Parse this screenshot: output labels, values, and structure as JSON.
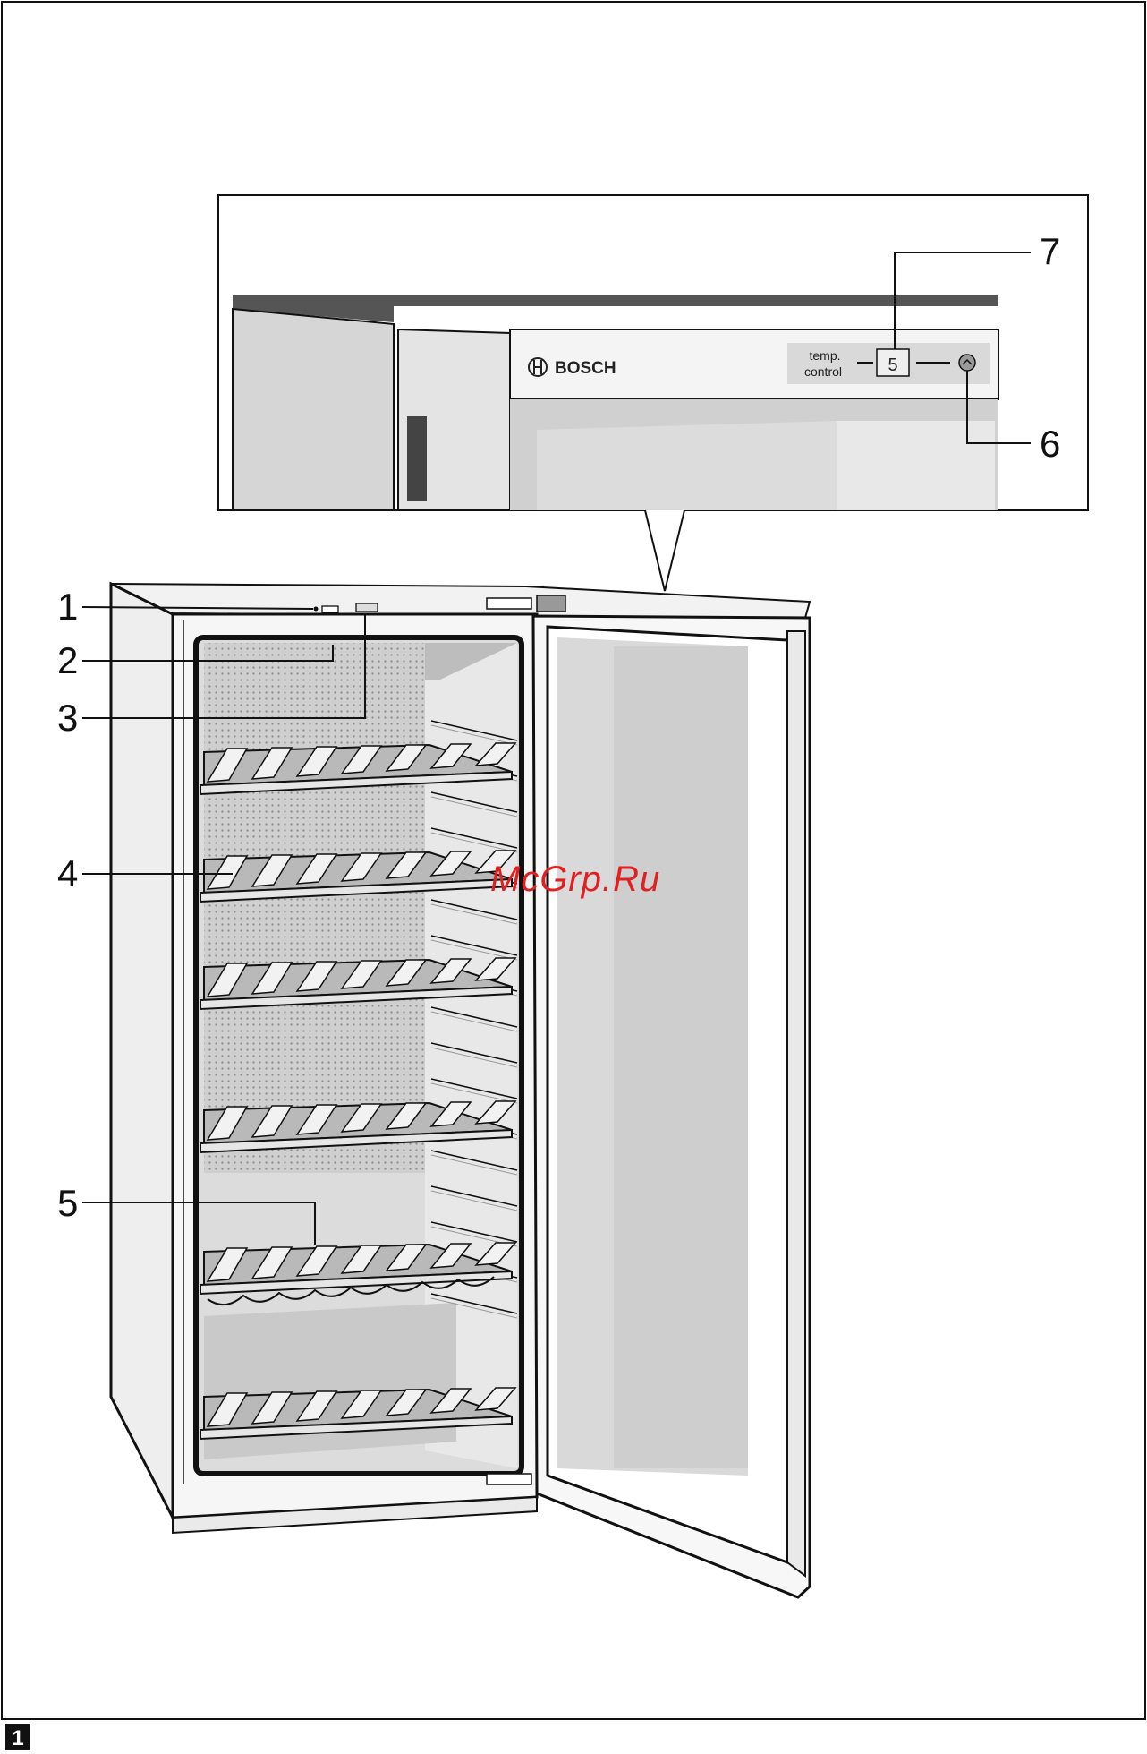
{
  "figure_number": "1",
  "brand": "BOSCH",
  "control_label_line1": "temp.",
  "control_label_line2": "control",
  "display_value": "5",
  "watermark": "McGrp.Ru",
  "callouts": {
    "c1": "1",
    "c2": "2",
    "c3": "3",
    "c4": "4",
    "c5": "5",
    "c6": "6",
    "c7": "7"
  },
  "colors": {
    "line": "#111111",
    "panel_grey": "#d9d9d9",
    "shelf_grey": "#b8b8b8",
    "watermark": "#e02020"
  }
}
